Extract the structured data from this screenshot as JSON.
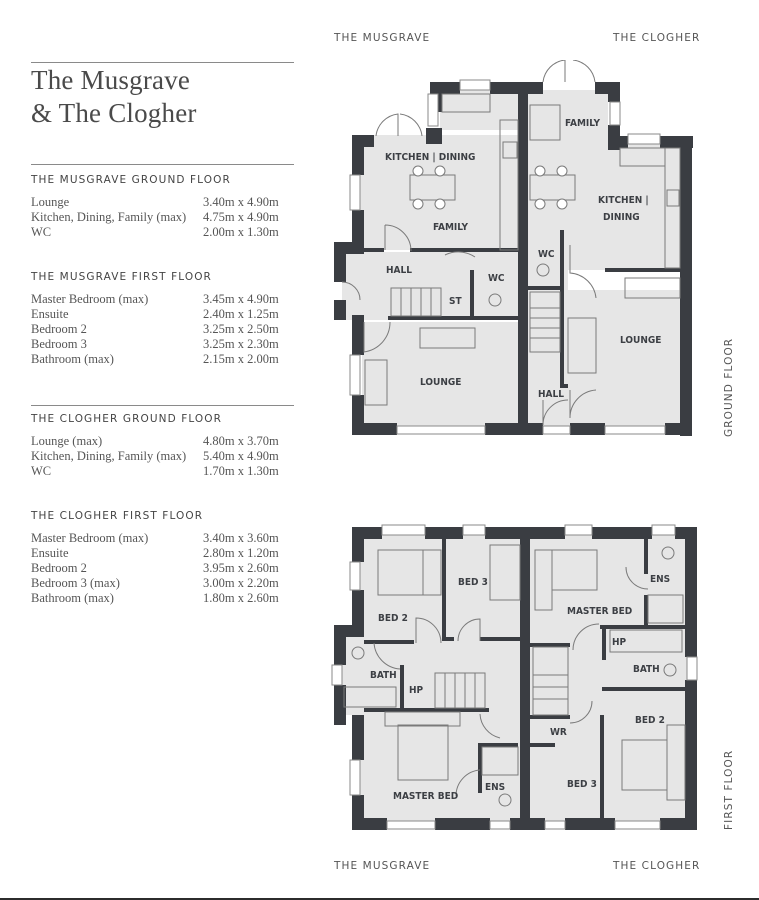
{
  "title": {
    "line1": "The Musgrave",
    "line2": "& The Clogher"
  },
  "schedule": [
    {
      "heading": "THE MUSGRAVE GROUND FLOOR",
      "rooms": [
        {
          "room": "Lounge",
          "dim": "3.40m x 4.90m"
        },
        {
          "room": "Kitchen, Dining, Family (max)",
          "dim": "4.75m x 4.90m"
        },
        {
          "room": "WC",
          "dim": "2.00m x 1.30m"
        }
      ]
    },
    {
      "heading": "THE MUSGRAVE FIRST FLOOR",
      "rooms": [
        {
          "room": "Master Bedroom (max)",
          "dim": "3.45m x 4.90m"
        },
        {
          "room": "Ensuite",
          "dim": "2.40m x 1.25m"
        },
        {
          "room": "Bedroom 2",
          "dim": "3.25m x 2.50m"
        },
        {
          "room": "Bedroom 3",
          "dim": "3.25m x 2.30m"
        },
        {
          "room": "Bathroom (max)",
          "dim": "2.15m x 2.00m"
        }
      ]
    },
    {
      "heading": "THE CLOGHER GROUND FLOOR",
      "rooms": [
        {
          "room": "Lounge (max)",
          "dim": "4.80m x 3.70m"
        },
        {
          "room": "Kitchen, Dining, Family (max)",
          "dim": "5.40m x 4.90m"
        },
        {
          "room": "WC",
          "dim": "1.70m x 1.30m"
        }
      ]
    },
    {
      "heading": "THE CLOGHER FIRST FLOOR",
      "rooms": [
        {
          "room": "Master Bedroom (max)",
          "dim": "3.40m x 3.60m"
        },
        {
          "room": "Ensuite",
          "dim": "2.80m x 1.20m"
        },
        {
          "room": "Bedroom 2",
          "dim": "3.95m x 2.60m"
        },
        {
          "room": "Bedroom 3 (max)",
          "dim": "3.00m x 2.20m"
        },
        {
          "room": "Bathroom (max)",
          "dim": "1.80m x 2.60m"
        }
      ]
    }
  ],
  "plan_labels": {
    "top_left": "THE MUSGRAVE",
    "top_right": "THE CLOGHER",
    "bottom_left": "THE MUSGRAVE",
    "bottom_right": "THE CLOGHER",
    "ground_floor": "GROUND FLOOR",
    "first_floor": "FIRST FLOOR"
  },
  "ground_floor_rooms": {
    "musgrave": {
      "kitchen_dining": "KITCHEN | DINING",
      "family": "FAMILY",
      "hall": "HALL",
      "wc": "WC",
      "store": "ST",
      "lounge": "LOUNGE"
    },
    "clogher": {
      "family": "FAMILY",
      "kitchen_line1": "KITCHEN |",
      "kitchen_line2": "DINING",
      "wc": "WC",
      "lounge": "LOUNGE",
      "hall": "HALL"
    }
  },
  "first_floor_rooms": {
    "musgrave": {
      "bed2": "BED 2",
      "bed3": "BED 3",
      "bath": "BATH",
      "hp": "HP",
      "master": "MASTER BED",
      "ens": "ENS"
    },
    "clogher": {
      "master": "MASTER BED",
      "ens": "ENS",
      "hp": "HP",
      "bath": "BATH",
      "bed2": "BED 2",
      "wr": "WR",
      "bed3": "BED 3"
    }
  },
  "colors": {
    "wall": "#3a3d42",
    "floor": "#e6e6e6",
    "text": "#4a4a4a"
  }
}
